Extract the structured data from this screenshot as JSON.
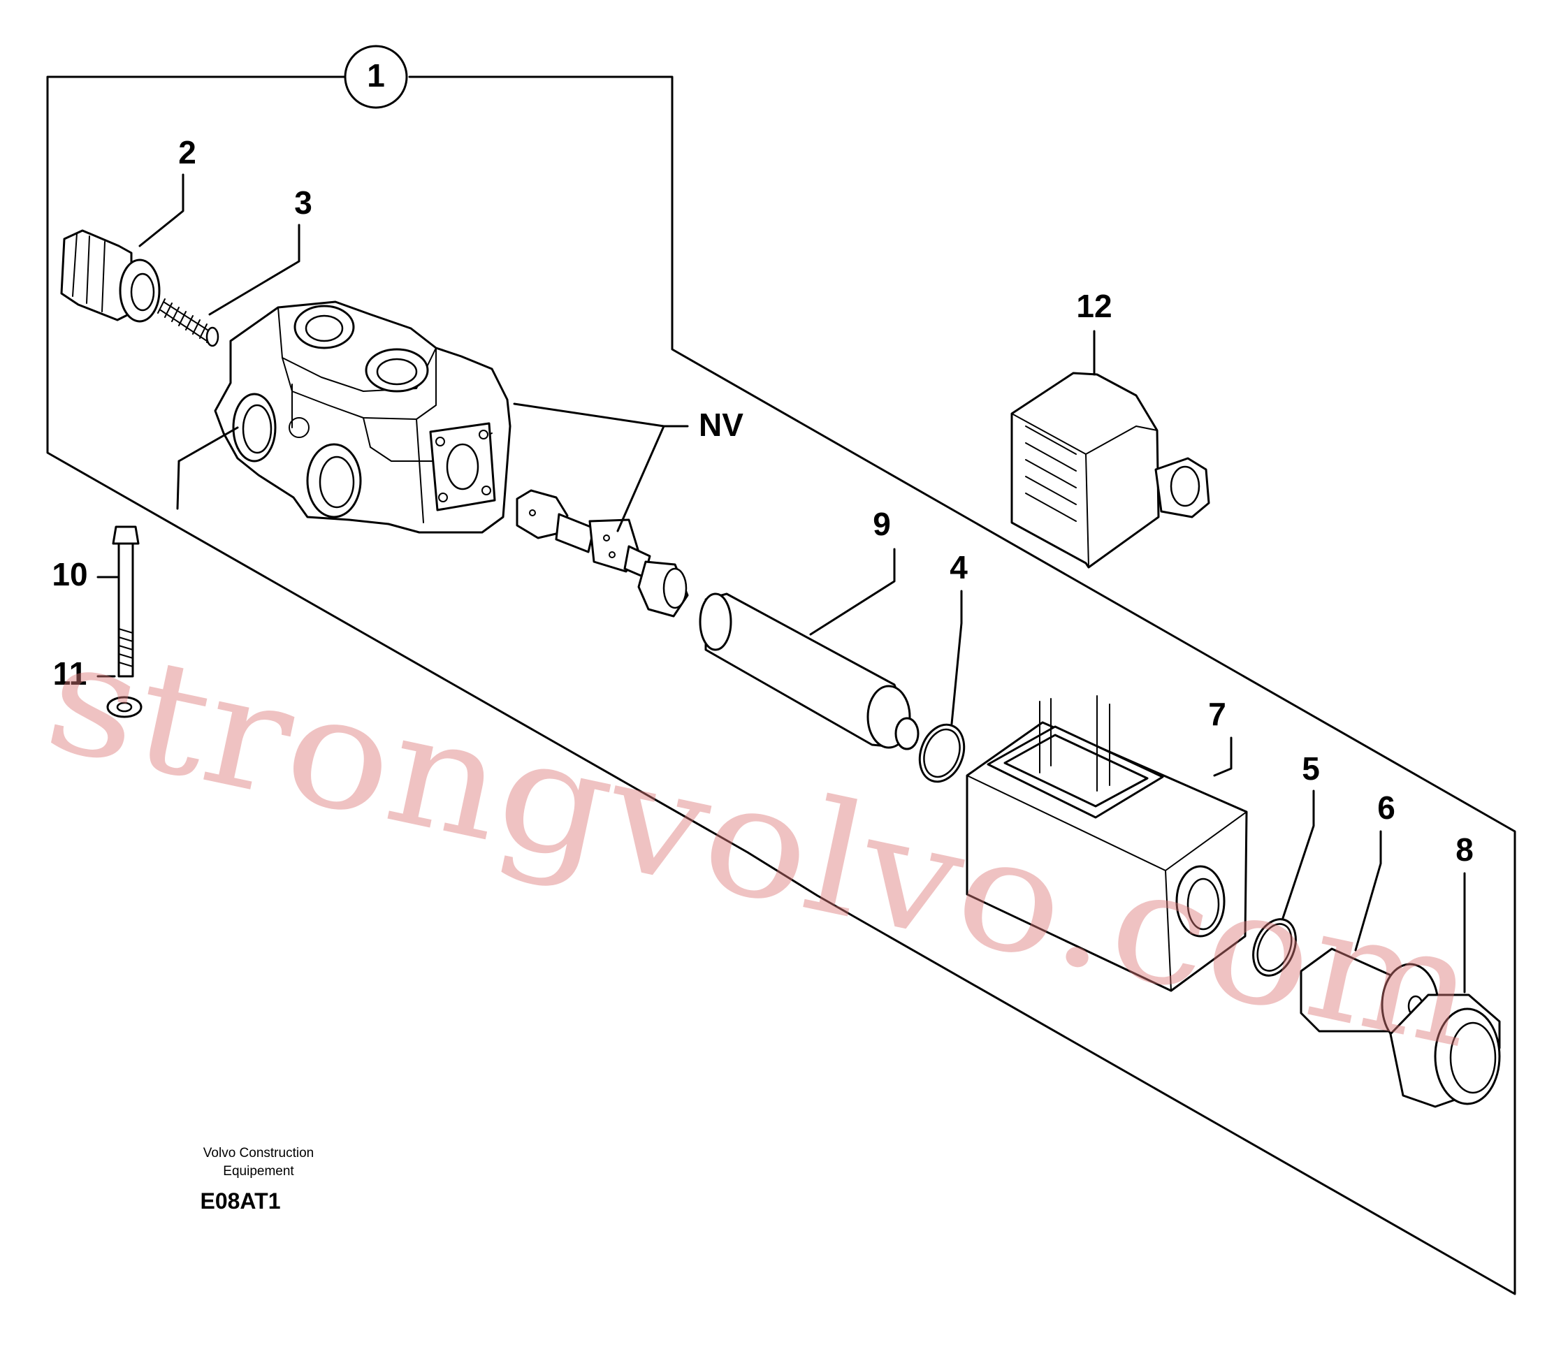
{
  "callouts": {
    "c1": "1",
    "c2": "2",
    "c3": "3",
    "c4": "4",
    "c5": "5",
    "c6": "6",
    "c7": "7",
    "c8": "8",
    "c9": "9",
    "c10": "10",
    "c11": "11",
    "c12": "12",
    "nv": "NV"
  },
  "credit": {
    "line1": "Volvo Construction",
    "line2": "Equipement",
    "code": "E08AT1"
  },
  "watermark": "strongvolvo.com",
  "colors": {
    "line": "#000000",
    "background": "#ffffff",
    "watermark": "#dc7878"
  }
}
